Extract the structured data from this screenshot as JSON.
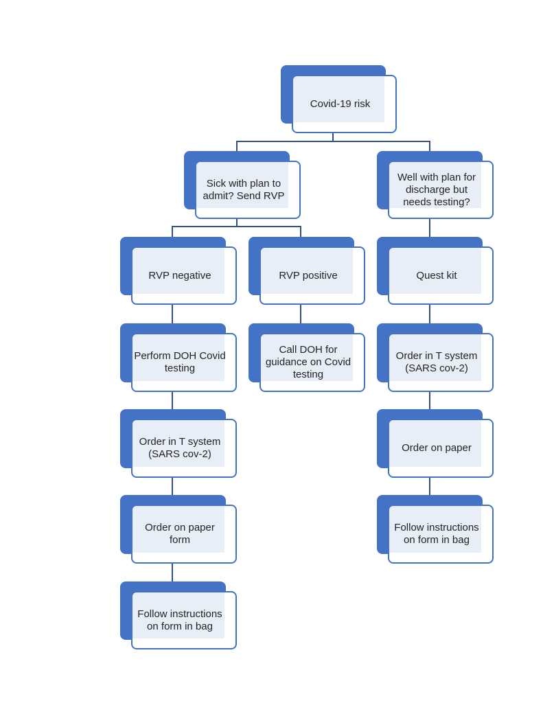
{
  "diagram": {
    "root": "Covid-19 risk",
    "sick": "Sick with plan to admit? Send RVP",
    "well": "Well with plan for discharge but needs testing?",
    "rvp_negative": "RVP negative",
    "rvp_positive": "RVP positive",
    "quest_kit": "Quest kit",
    "perform_doh": "Perform DOH Covid testing",
    "call_doh": "Call DOH for guidance on Covid testing",
    "order_t_left": "Order in T system (SARS cov-2)",
    "order_t_right": "Order in T system (SARS cov-2)",
    "order_paper_form": "Order on paper form",
    "order_paper": "Order on paper",
    "follow_left": "Follow instructions on form in bag",
    "follow_right": "Follow instructions on form in bag"
  },
  "colors": {
    "accent": "#4472c4",
    "light_fill": "#e8eef8",
    "connector": "#2f4f86"
  }
}
